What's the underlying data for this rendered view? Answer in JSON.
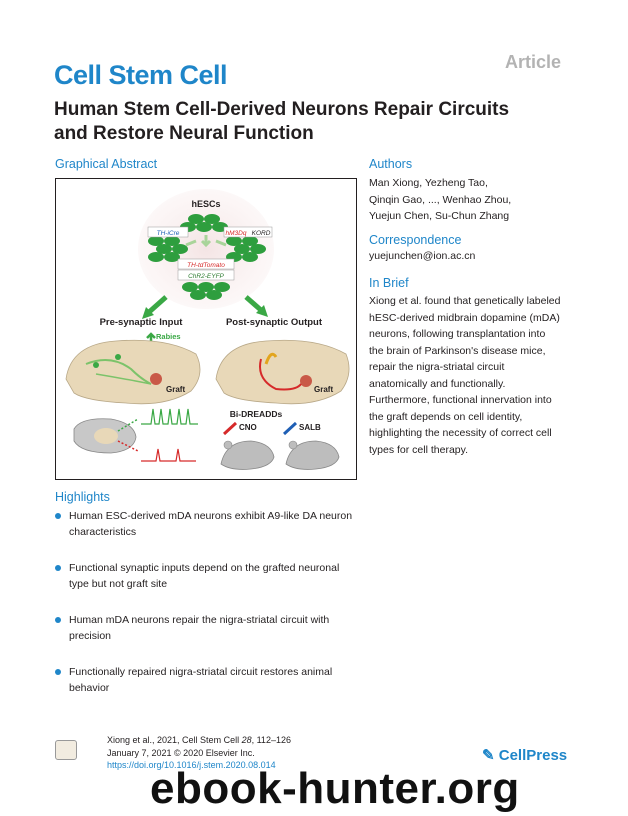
{
  "header": {
    "article_tag": "Article",
    "journal": "Cell Stem Cell",
    "title_line1": "Human Stem Cell-Derived Neurons Repair Circuits",
    "title_line2": "and Restore Neural Function"
  },
  "graphical_abstract": {
    "heading": "Graphical Abstract",
    "labels": {
      "hescs": "hESCs",
      "th_icre": "TH-iCre",
      "hm3dq": "hM3Dq",
      "kord": "KORD",
      "th_tdtomato": "TH-tdTomato",
      "chr2_eyfp": "ChR2-EYFP",
      "presynaptic": "Pre-synaptic Input",
      "postsynaptic": "Post-synaptic Output",
      "rabies": "Rabies",
      "graft_left": "Graft",
      "graft_right": "Graft",
      "bi_dreadds": "Bi-DREADDs",
      "cno": "CNO",
      "salb": "SALB"
    }
  },
  "authors": {
    "heading": "Authors",
    "line1": "Man Xiong, Yezheng Tao,",
    "line2": "Qinqin Gao, ..., Wenhao Zhou,",
    "line3": "Yuejun Chen, Su-Chun Zhang"
  },
  "correspondence": {
    "heading": "Correspondence",
    "email": "yuejunchen@ion.ac.cn"
  },
  "in_brief": {
    "heading": "In Brief",
    "lines": [
      "Xiong et al. found that genetically labeled",
      "hESC-derived midbrain dopamine (mDA)",
      "neurons, following transplantation into",
      "the brain of Parkinson's disease mice,",
      "repair the nigra-striatal circuit",
      "anatomically and functionally.",
      "Furthermore, functional innervation into",
      "the graft depends on cell identity,",
      "highlighting the necessity of correct cell",
      "types for cell therapy."
    ]
  },
  "highlights": {
    "heading": "Highlights",
    "items": [
      {
        "line1": "Human ESC-derived mDA neurons exhibit A9-like DA neuron",
        "line2": "characteristics"
      },
      {
        "line1": "Functional synaptic inputs depend on the grafted neuronal",
        "line2": "type but not graft site"
      },
      {
        "line1": "Human mDA neurons repair the nigra-striatal circuit with",
        "line2": "precision"
      },
      {
        "line1": "Functionally repaired nigra-striatal circuit restores animal",
        "line2": "behavior"
      }
    ]
  },
  "footer": {
    "line1_a": "Xiong et al., 2021, Cell Stem Cell ",
    "line1_vol": "28",
    "line1_b": ", 112–126",
    "line2": "January 7, 2021 © 2020 Elsevier Inc.",
    "doi": "https://doi.org/10.1016/j.stem.2020.08.014",
    "cellpress": "CellPress"
  },
  "watermark": "ebook-hunter.org",
  "colors": {
    "accent": "#1f86c9",
    "cell_green": "#2e9e3e",
    "arrow_green": "#3aa845",
    "label_red": "#d62a2a",
    "brain_tan": "#e8d8b8"
  }
}
